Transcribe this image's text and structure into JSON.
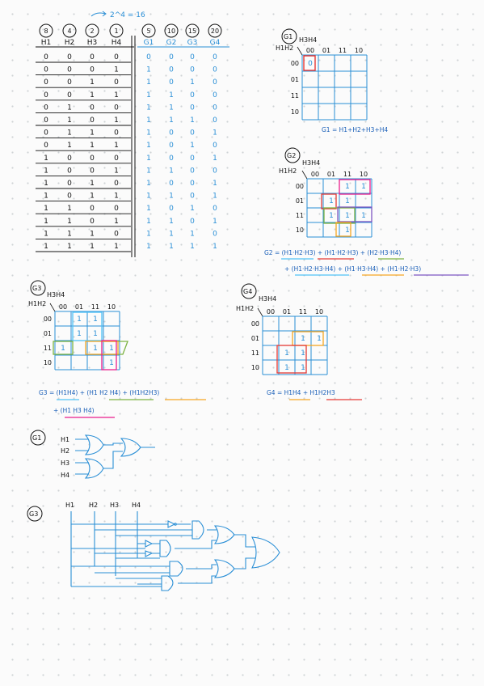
{
  "truth_table": {
    "header_note": "2^4 = 16",
    "weights_inputs": [
      "8",
      "4",
      "2",
      "1"
    ],
    "weights_outputs": [
      "5",
      "10",
      "15",
      "20"
    ],
    "input_headers": [
      "H1",
      "H2",
      "H3",
      "H4"
    ],
    "output_headers": [
      "G1",
      "G2",
      "G3",
      "G4"
    ],
    "rows": [
      [
        "0",
        "0",
        "0",
        "0",
        "0",
        "0",
        "0",
        "0"
      ],
      [
        "0",
        "0",
        "0",
        "1",
        "1",
        "0",
        "0",
        "0"
      ],
      [
        "0",
        "0",
        "1",
        "0",
        "1",
        "0",
        "1",
        "0"
      ],
      [
        "0",
        "0",
        "1",
        "1",
        "1",
        "1",
        "0",
        "0"
      ],
      [
        "0",
        "1",
        "0",
        "0",
        "1",
        "1",
        "0",
        "0"
      ],
      [
        "0",
        "1",
        "0",
        "1",
        "1",
        "1",
        "1",
        "0"
      ],
      [
        "0",
        "1",
        "1",
        "0",
        "1",
        "0",
        "0",
        "1"
      ],
      [
        "0",
        "1",
        "1",
        "1",
        "1",
        "0",
        "1",
        "0"
      ],
      [
        "1",
        "0",
        "0",
        "0",
        "1",
        "0",
        "0",
        "1"
      ],
      [
        "1",
        "0",
        "0",
        "1",
        "1",
        "1",
        "0",
        "0"
      ],
      [
        "1",
        "0",
        "1",
        "0",
        "1",
        "0",
        "0",
        "1"
      ],
      [
        "1",
        "0",
        "1",
        "1",
        "1",
        "1",
        "0",
        "1"
      ],
      [
        "1",
        "1",
        "0",
        "0",
        "1",
        "0",
        "1",
        "0"
      ],
      [
        "1",
        "1",
        "0",
        "1",
        "1",
        "1",
        "0",
        "1"
      ],
      [
        "1",
        "1",
        "1",
        "0",
        "1",
        "1",
        "1",
        "0"
      ],
      [
        "1",
        "1",
        "1",
        "1",
        "1",
        "1",
        "1",
        "1"
      ]
    ]
  },
  "kmaps": {
    "col_axis_label": "H3H4",
    "row_axis_label": "H1H2",
    "col_labels": [
      "00",
      "01",
      "11",
      "10"
    ],
    "row_labels": [
      "00",
      "01",
      "11",
      "10"
    ],
    "g1": {
      "badge": "G1",
      "cells": [
        [
          "0",
          "",
          "",
          ""
        ],
        [
          "",
          "",
          "",
          ""
        ],
        [
          "",
          "",
          "",
          ""
        ],
        [
          "",
          "",
          "",
          ""
        ]
      ],
      "equation": "G1 = H1+H2+H3+H4"
    },
    "g2": {
      "badge": "G2",
      "cells": [
        [
          "",
          "",
          "1",
          "1"
        ],
        [
          "",
          "1",
          "1",
          ""
        ],
        [
          "",
          "1",
          "1",
          "1"
        ],
        [
          "",
          "",
          "1",
          ""
        ]
      ],
      "equation_line1": "G2 = (H1·H2·H3) + (H1·H2·H3) + (H2·H3·H4)",
      "equation_line2": "+ (H1·H2·H3·H4) + (H1·H3·H4) + (H1·H2·H3)"
    },
    "g3": {
      "badge": "G3",
      "cells": [
        [
          "",
          "1",
          "1",
          ""
        ],
        [
          "",
          "1",
          "1",
          ""
        ],
        [
          "1",
          "",
          "1",
          "1"
        ],
        [
          "",
          "",
          "",
          "1"
        ]
      ],
      "equation_line1": "G3 = (H1H4) + (H1 H2 H4) + (H1H2H3)",
      "equation_line2": "+ (H1 H3 H4)"
    },
    "g4": {
      "badge": "G4",
      "cells": [
        [
          "",
          "",
          "",
          ""
        ],
        [
          "",
          "",
          "1",
          "1"
        ],
        [
          "",
          "1",
          "1",
          ""
        ],
        [
          "",
          "1",
          "1",
          ""
        ]
      ],
      "equation": "G4 = H1H4 + H1H2H3"
    }
  },
  "circuits": {
    "g1": {
      "badge": "G1",
      "inputs": [
        "H1",
        "H2",
        "H3",
        "H4"
      ]
    },
    "g3": {
      "badge": "G3",
      "inputs": [
        "H1",
        "H2",
        "H3",
        "H4"
      ]
    }
  },
  "colors": {
    "ink_black": "#111111",
    "ink_blue": "#2a8fd6",
    "highlight_red": "#e53935",
    "highlight_pink": "#e91e8c",
    "highlight_green": "#7cb342",
    "highlight_orange": "#f5a623",
    "highlight_purple": "#7e57c2",
    "highlight_cyan": "#4fc3f7"
  }
}
